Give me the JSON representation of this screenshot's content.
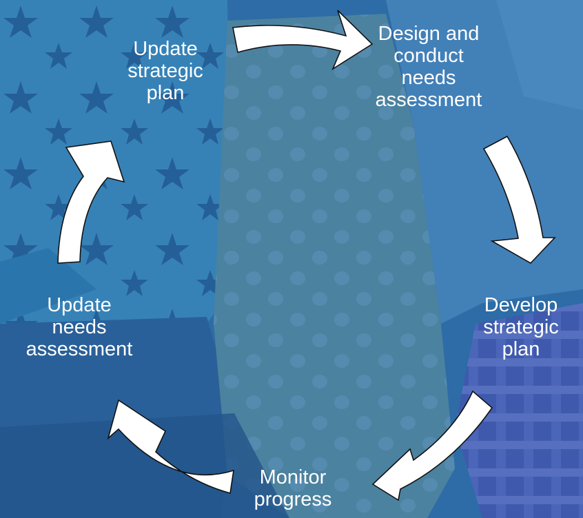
{
  "steps": [
    {
      "id": "design",
      "lines": [
        "Design and",
        "conduct",
        "needs",
        "assessment"
      ]
    },
    {
      "id": "develop",
      "lines": [
        "Develop",
        "strategic",
        "plan"
      ]
    },
    {
      "id": "monitor",
      "lines": [
        "Monitor",
        "progress"
      ]
    },
    {
      "id": "update-needs",
      "lines": [
        "Update",
        "needs",
        "assessment"
      ]
    },
    {
      "id": "update-plan",
      "lines": [
        "Update",
        "strategic",
        "plan"
      ]
    }
  ],
  "colors": {
    "overlay": "#2f6ea6",
    "text": "#ffffff",
    "arrow_fill": "#ffffff",
    "arrow_stroke": "#111111"
  }
}
